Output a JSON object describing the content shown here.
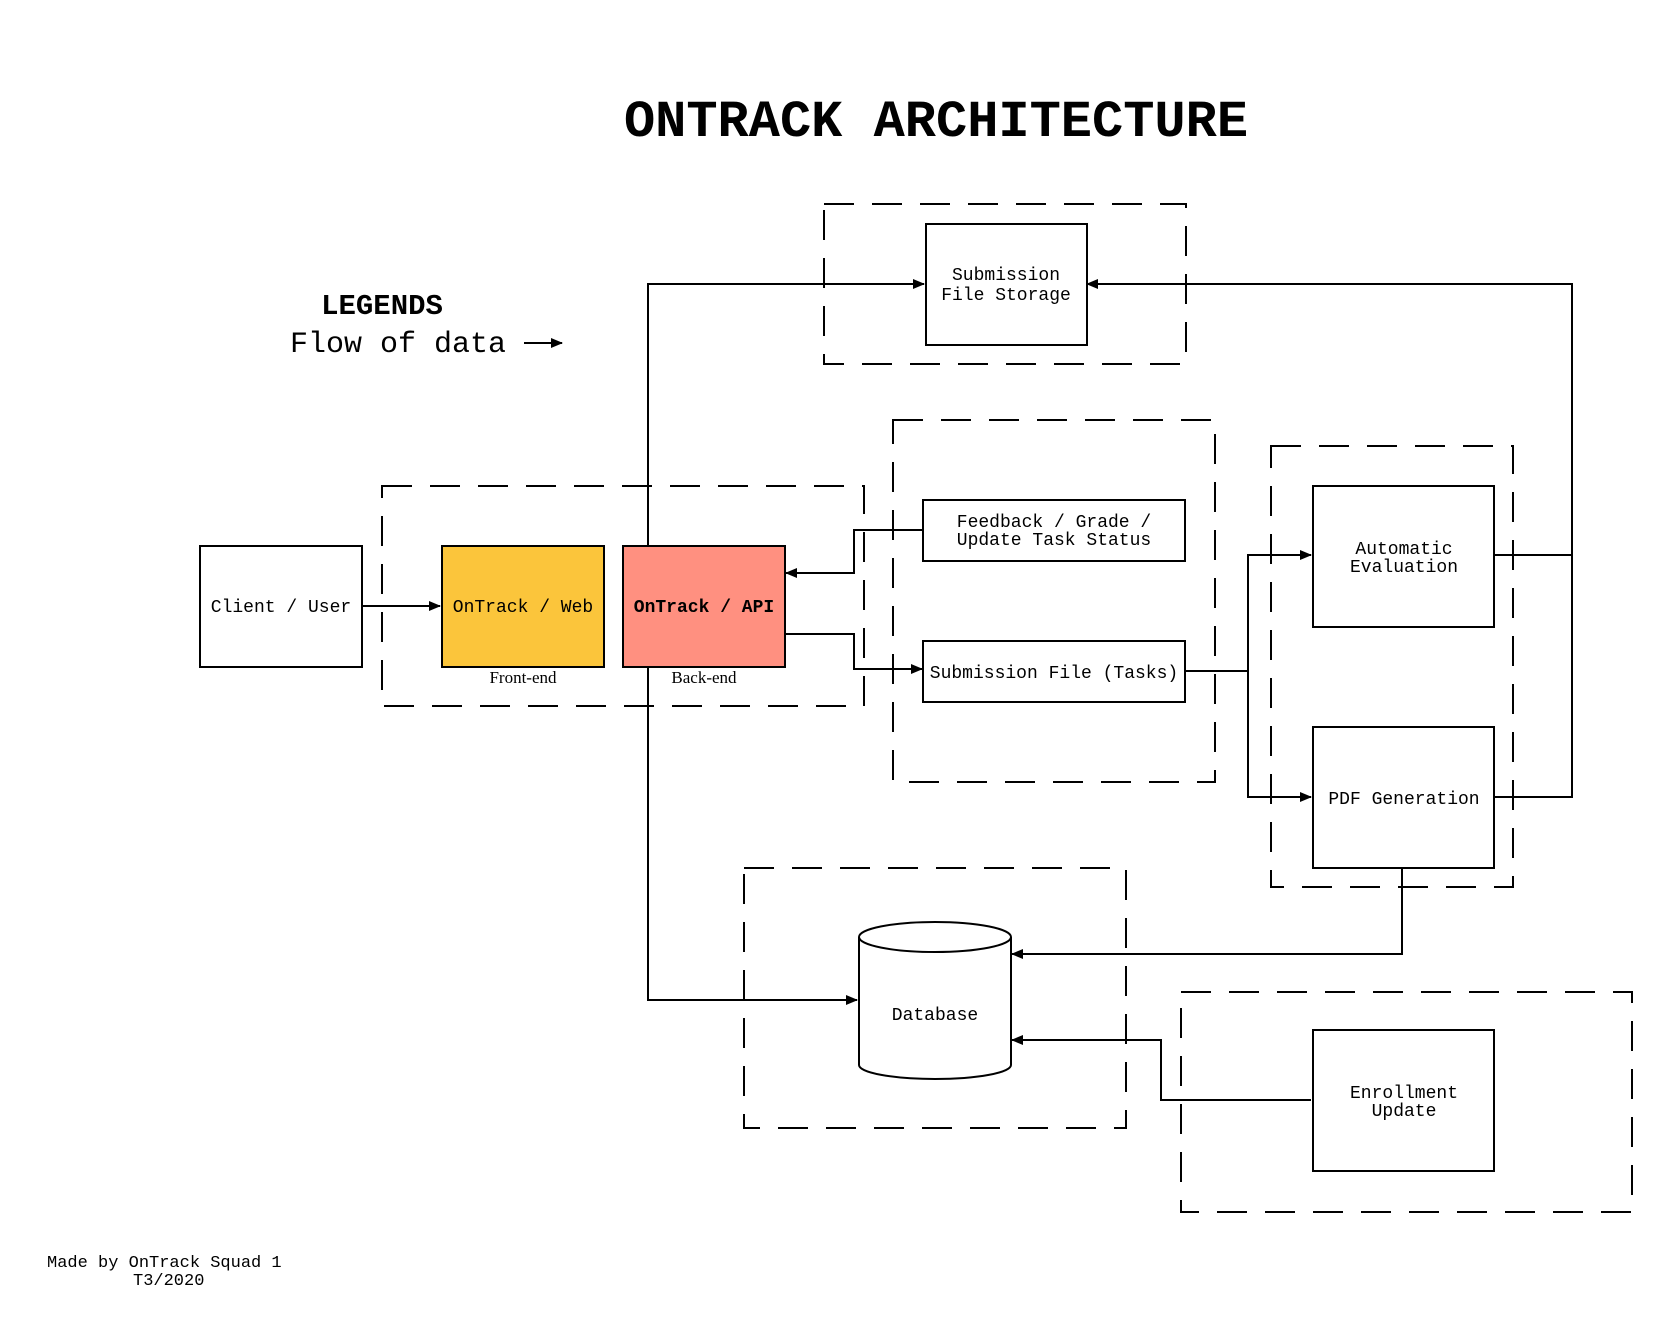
{
  "title": "ONTRACK ARCHITECTURE",
  "legend": {
    "heading": "LEGENDS",
    "flow_label": "Flow of data"
  },
  "nodes": {
    "client": "Client / User",
    "web": "OnTrack / Web",
    "api": "OnTrack / API",
    "frontend_caption": "Front-end",
    "backend_caption": "Back-end",
    "storage_line1": "Submission",
    "storage_line2": "File Storage",
    "feedback_line1": "Feedback / Grade /",
    "feedback_line2": "Update Task Status",
    "submission_file": "Submission File (Tasks)",
    "auto_eval_line1": "Automatic",
    "auto_eval_line2": "Evaluation",
    "pdf_generation": "PDF Generation",
    "database": "Database",
    "enrollment_line1": "Enrollment",
    "enrollment_line2": "Update"
  },
  "footer": {
    "line1": "Made by OnTrack Squad 1",
    "line2": "T3/2020"
  },
  "colors": {
    "web_fill": "#fbc53b",
    "api_fill": "#ff9080",
    "stroke": "#000000"
  }
}
